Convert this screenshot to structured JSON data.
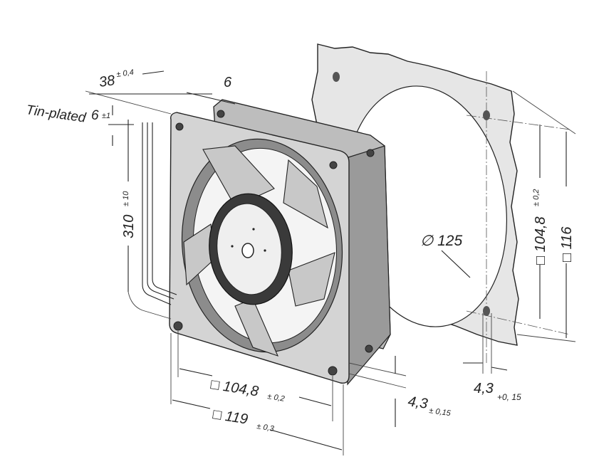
{
  "labels": {
    "tin_plated": "Tin-plated",
    "lead_strip_value": "6",
    "lead_strip_tol": "±1",
    "depth_value": "38",
    "depth_tol": "± 0,4",
    "flange_value": "6",
    "cable_value": "310",
    "cable_tol": "± 10",
    "diameter": "∅ 125",
    "hole_pitch_right_value": "□ 104,8",
    "hole_pitch_right_tol": "± 0,2",
    "outer_right": "□ 116",
    "hole_right_value": "4,3",
    "hole_right_tol": "+0, 15",
    "hole_pitch_bottom_value": "□ 104,8",
    "hole_pitch_bottom_tol": "± 0,2",
    "hole_bottom_value": "4,3",
    "hole_bottom_tol": "± 0,15",
    "outer_bottom_value": "□ 119",
    "outer_bottom_tol": "± 0,3"
  },
  "colors": {
    "line": "#222222",
    "panel": "#e6e6e6",
    "fan_frame": "#d0d0d0",
    "fan_dark": "#8a8a8a",
    "blade": "#c4c4c4"
  }
}
